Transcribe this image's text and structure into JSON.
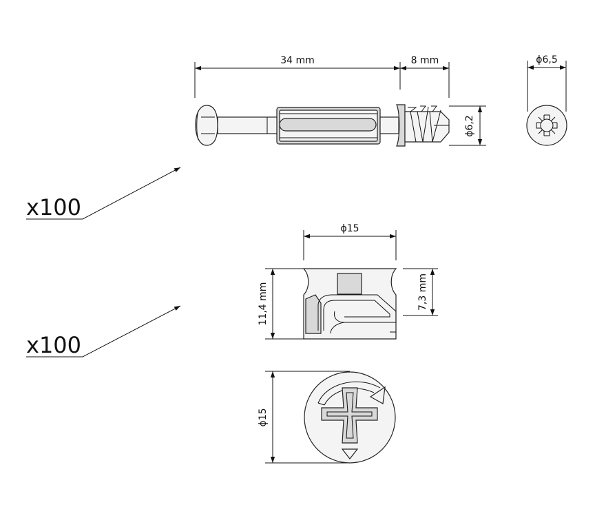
{
  "dimensions": {
    "bolt_length": "34 mm",
    "thread_length": "8 mm",
    "thread_diameter": "ϕ6,2",
    "head_diameter": "ϕ6,5",
    "cam_width": "ϕ15",
    "cam_height": "11,4 mm",
    "cam_slot_height": "7,3 mm",
    "cam_face_diameter": "ϕ15"
  },
  "quantities": {
    "bolt_qty": "x100",
    "cam_qty": "x100"
  },
  "colors": {
    "line": "#111111",
    "part_fill": "#f4f4f4",
    "part_shade": "#d9d9d9"
  }
}
